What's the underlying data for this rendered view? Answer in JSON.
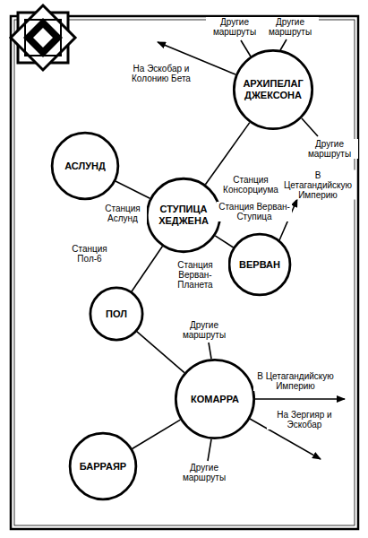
{
  "diagram": {
    "nodes": [
      {
        "text": [
          "АРХИПЕЛАГ ДЖЕКСОНА"
        ]
      },
      {
        "text": [
          "АСЛУНД"
        ]
      },
      {
        "text": [
          "СТУПИЦА ХЕДЖЕНА"
        ]
      },
      {
        "text": [
          "ВЕРВАН"
        ]
      },
      {
        "text": [
          "ПОЛ"
        ]
      },
      {
        "text": [
          "КОМАРРА"
        ]
      },
      {
        "text": [
          "БАРРАЯР"
        ]
      }
    ],
    "edges": [
      {
        "from": 0,
        "to": 2,
        "arrow": "none",
        "label": "Станция Консорциума"
      },
      {
        "from": 1,
        "to": 2,
        "arrow": "none",
        "label": "Станция Аслунд"
      },
      {
        "from": 2,
        "to": 3,
        "arrow": "none",
        "label": "Станция Верван-Ступица"
      },
      {
        "from": 2,
        "to": 4,
        "arrow": "none",
        "label": "Станция Пол-6"
      },
      {
        "from": 4,
        "to": 5,
        "arrow": "none"
      },
      {
        "from": 5,
        "to": 6,
        "arrow": "none"
      }
    ],
    "labels": [
      "На Эскобар и Колонию Бета",
      "Другие маршруты",
      "Другие маршруты",
      "Другие маршруты",
      "В Цетагандийскую Империю",
      "Другие маршруты",
      "В Цетагандийскую Империю",
      "На Зергияр и Эскобар",
      "Другие маршруты",
      "Станция Верван-Планета"
    ]
  }
}
